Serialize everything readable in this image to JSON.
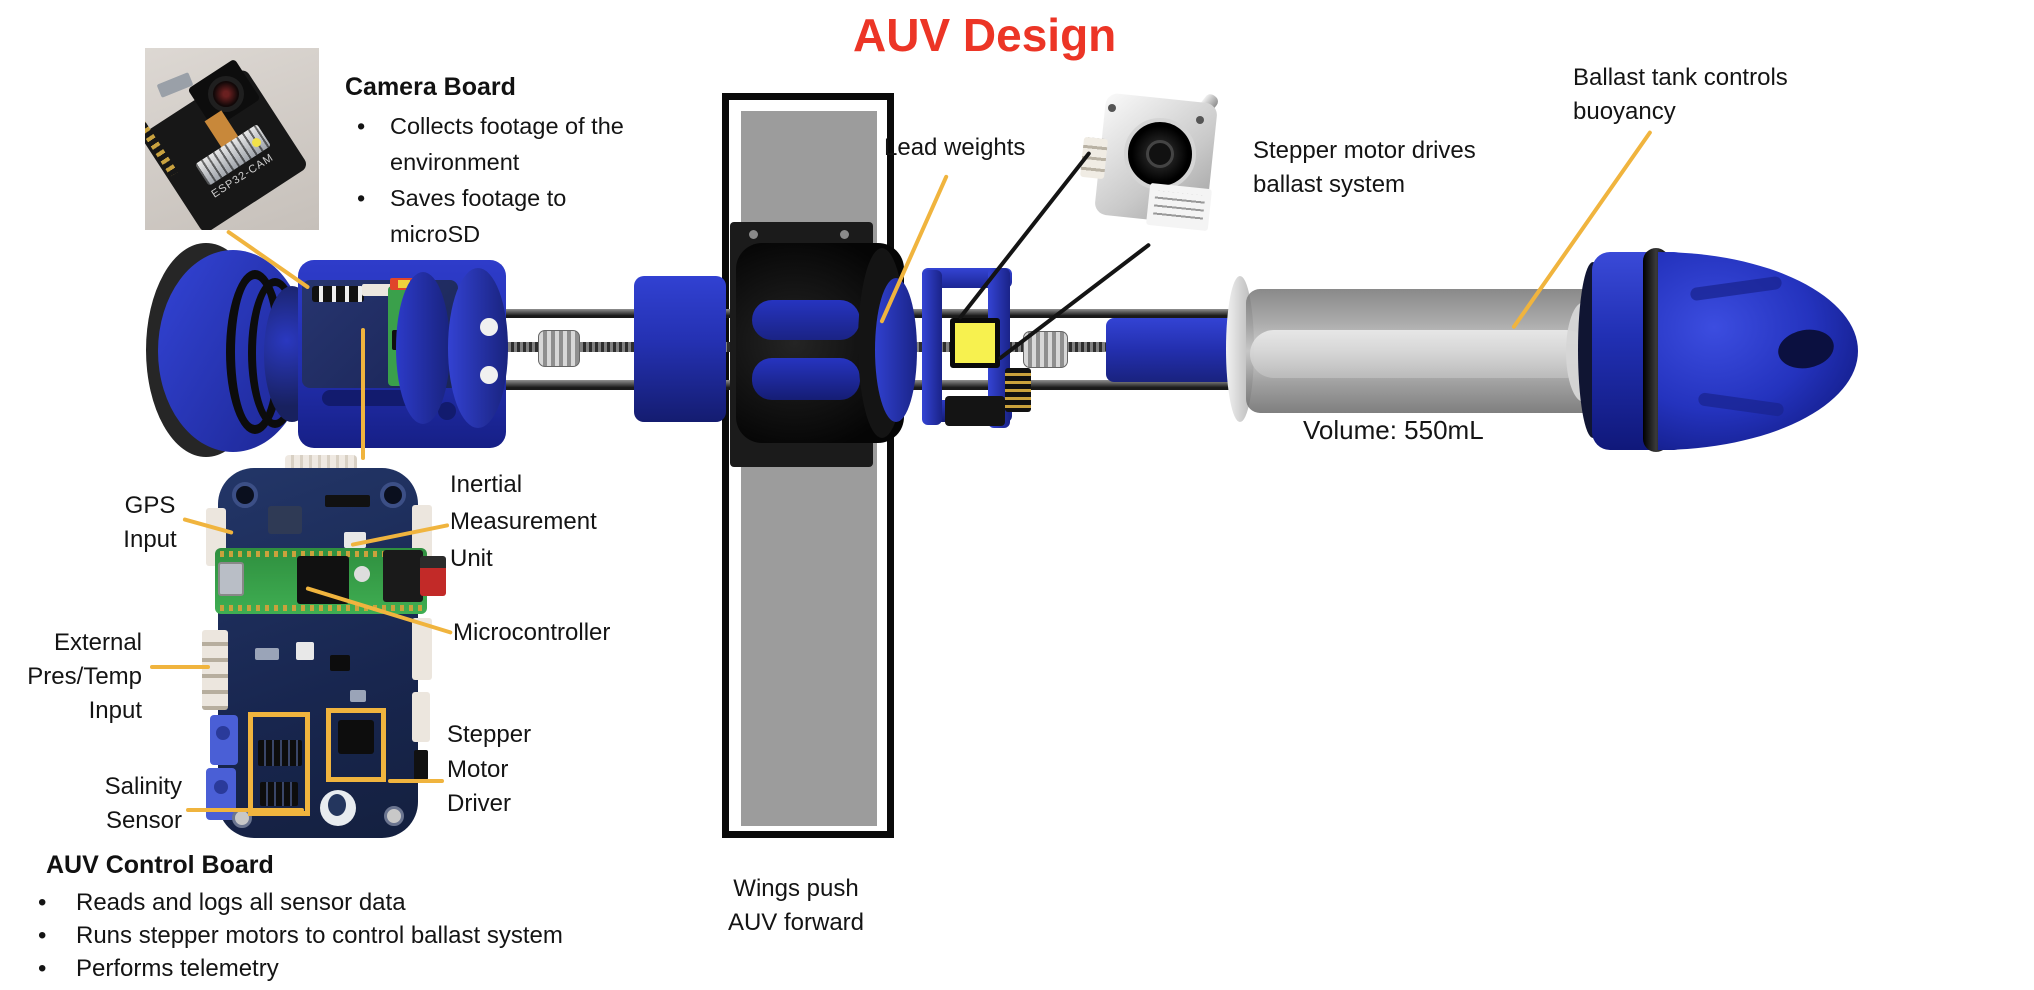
{
  "slide": {
    "title": "AUV Design"
  },
  "colors": {
    "title_red": "#EC3526",
    "callout_yellow": "#F0B43E",
    "auv_blue": "#2636C8",
    "highlight_yellow": "#F7F14F",
    "wing_gray": "#9C9C9C",
    "hub_black": "#0F0F0F"
  },
  "camera_section": {
    "heading": "Camera Board",
    "bullets": [
      "Collects footage of the environment",
      "Saves footage to microSD"
    ],
    "photo_text": "ESP32-CAM"
  },
  "labels": {
    "lead_weights": "Lead weights",
    "stepper_motor": {
      "lines": [
        "Stepper motor drives",
        "ballast system"
      ]
    },
    "ballast": {
      "lines": [
        "Ballast tank controls",
        "buoyancy"
      ]
    },
    "volume": "Volume: 550mL",
    "gps": {
      "lines": [
        "GPS",
        "Input"
      ]
    },
    "imu": {
      "lines": [
        "Inertial",
        "Measurement",
        "Unit"
      ]
    },
    "microcontroller": "Microcontroller",
    "ext_pres": {
      "lines": [
        "External",
        "Pres/Temp",
        "Input"
      ]
    },
    "salinity": {
      "lines": [
        "Salinity",
        "Sensor"
      ]
    },
    "stepper_driver": {
      "lines": [
        "Stepper",
        "Motor",
        "Driver"
      ]
    },
    "wings": {
      "lines": [
        "Wings push",
        "AUV forward"
      ]
    }
  },
  "control_board_section": {
    "heading": "AUV Control Board",
    "bullets": [
      "Reads and logs all sensor data",
      "Runs stepper motors to control ballast system",
      "Performs telemetry"
    ]
  }
}
